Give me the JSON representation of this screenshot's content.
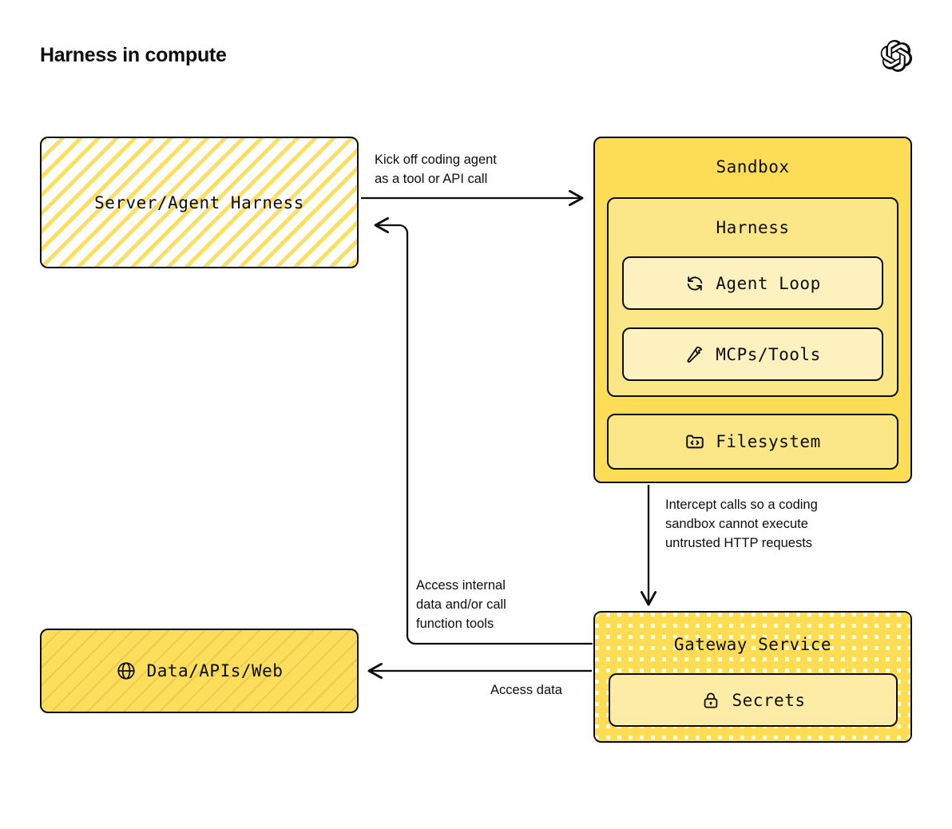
{
  "header": {
    "title": "Harness in compute",
    "logo": "openai-logo"
  },
  "theme": {
    "background": "#ffffff",
    "ink": "#0d0d0d",
    "accent_sandbox": "#fddd55",
    "accent_harness": "#fce788",
    "accent_inner": "#fdf1c0",
    "accent_hatch": "#fbdf63"
  },
  "diagram": {
    "type": "architecture-flow",
    "nodes": [
      {
        "id": "server-agent-harness",
        "label": "Server/Agent Harness",
        "fill": "diagonal-stripes-on-white",
        "icon": null
      },
      {
        "id": "sandbox",
        "label": "Sandbox",
        "fill": "#fddd55",
        "icon": null
      },
      {
        "id": "harness",
        "label": "Harness",
        "fill": "#fce788",
        "icon": null
      },
      {
        "id": "agent-loop",
        "label": "Agent Loop",
        "fill": "#fdf1c0",
        "icon": "loop-icon"
      },
      {
        "id": "mcps-tools",
        "label": "MCPs/Tools",
        "fill": "#fdf1c0",
        "icon": "hammer-icon"
      },
      {
        "id": "filesystem",
        "label": "Filesystem",
        "fill": "#fce788",
        "icon": "folder-code-icon"
      },
      {
        "id": "gateway-service",
        "label": "Gateway Service",
        "fill": "dot-grid-on-yellow",
        "icon": null
      },
      {
        "id": "secrets",
        "label": "Secrets",
        "fill": "#fdeca6",
        "icon": "lock-icon"
      },
      {
        "id": "data-apis-web",
        "label": "Data/APIs/Web",
        "fill": "diagonal-stripes-on-yellow",
        "icon": "globe-icon"
      }
    ],
    "edges": [
      {
        "id": "kickoff",
        "from": "server-agent-harness",
        "to": "sandbox",
        "label": "Kick off coding agent\nas a tool or API call",
        "direction": "right"
      },
      {
        "id": "intercept",
        "from": "sandbox",
        "to": "gateway-service",
        "label": "Intercept calls so a coding\nsandbox cannot execute\nuntrusted HTTP requests",
        "direction": "down"
      },
      {
        "id": "access-internal",
        "from": "gateway-service",
        "to": "server-agent-harness",
        "label": "Access internal\ndata and/or call\nfunction tools",
        "direction": "left-up"
      },
      {
        "id": "access-data",
        "from": "gateway-service",
        "to": "data-apis-web",
        "label": "Access data",
        "direction": "left"
      }
    ]
  }
}
